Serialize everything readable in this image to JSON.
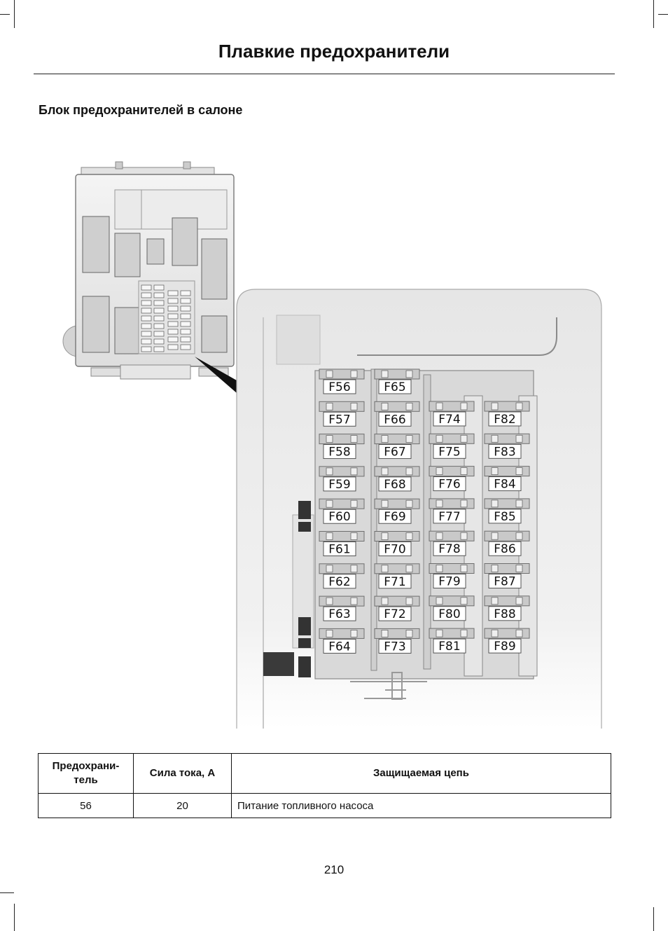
{
  "page": {
    "title": "Плавкие предохранители",
    "section_heading": "Блок предохранителей в салоне",
    "page_number": "210"
  },
  "figure": {
    "fuse_columns": [
      [
        "F56",
        "F57",
        "F58",
        "F59",
        "F60",
        "F61",
        "F62",
        "F63",
        "F64"
      ],
      [
        "F65",
        "F66",
        "F67",
        "F68",
        "F69",
        "F70",
        "F71",
        "F72",
        "F73"
      ],
      [
        "F74",
        "F75",
        "F76",
        "F77",
        "F78",
        "F79",
        "F80",
        "F81"
      ],
      [
        "F82",
        "F83",
        "F84",
        "F85",
        "F86",
        "F87",
        "F88",
        "F89"
      ]
    ]
  },
  "table": {
    "headers": {
      "fuse_line1": "Предохрани-",
      "fuse_line2": "тель",
      "current": "Сила тока, А",
      "circuit": "Защищаемая цепь"
    },
    "rows": [
      {
        "fuse": "56",
        "current": "20",
        "circuit": "Питание топливного насоса"
      }
    ]
  }
}
